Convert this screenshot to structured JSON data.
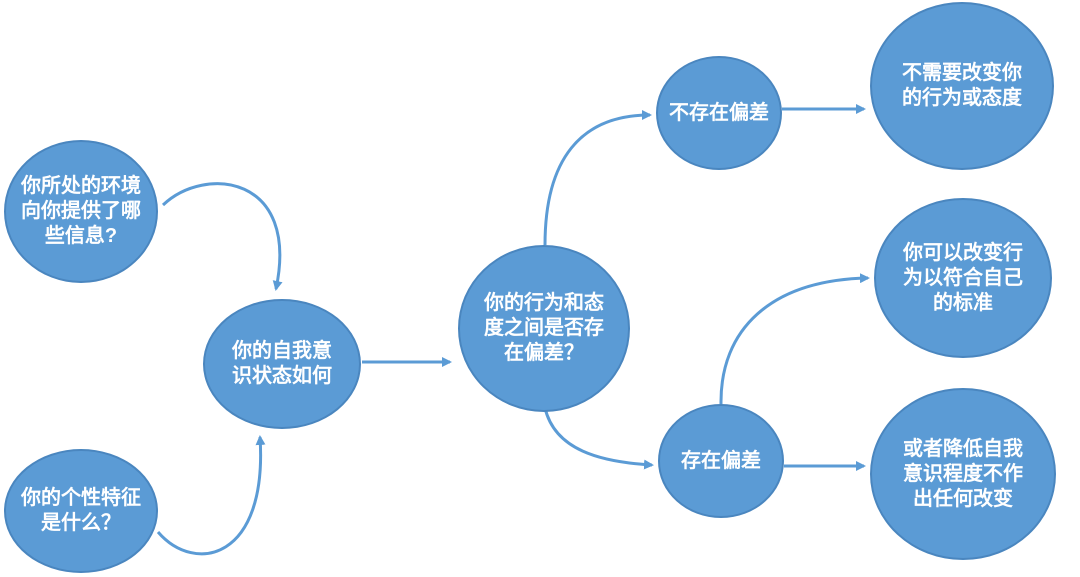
{
  "diagram": {
    "nodes": {
      "environment_info": "你所处的环境向你提供了哪些信息?",
      "personality": "你的个性特征是什么？",
      "self_awareness": "你的自我意识状态如何",
      "discrepancy_question": "你的行为和态度之间是否存在偏差？",
      "no_discrepancy": "不存在偏差",
      "has_discrepancy": "存在偏差",
      "no_change_needed": "不需要改变你的行为或态度",
      "change_behavior": "你可以改变行为以符合自己的标准",
      "lower_awareness": "或者降低自我意识程度不作出任何改变"
    },
    "colors": {
      "node_fill": "#5b9bd5",
      "node_border": "#4a86bf",
      "node_text": "#ffffff",
      "arrow": "#5b9bd5"
    }
  }
}
